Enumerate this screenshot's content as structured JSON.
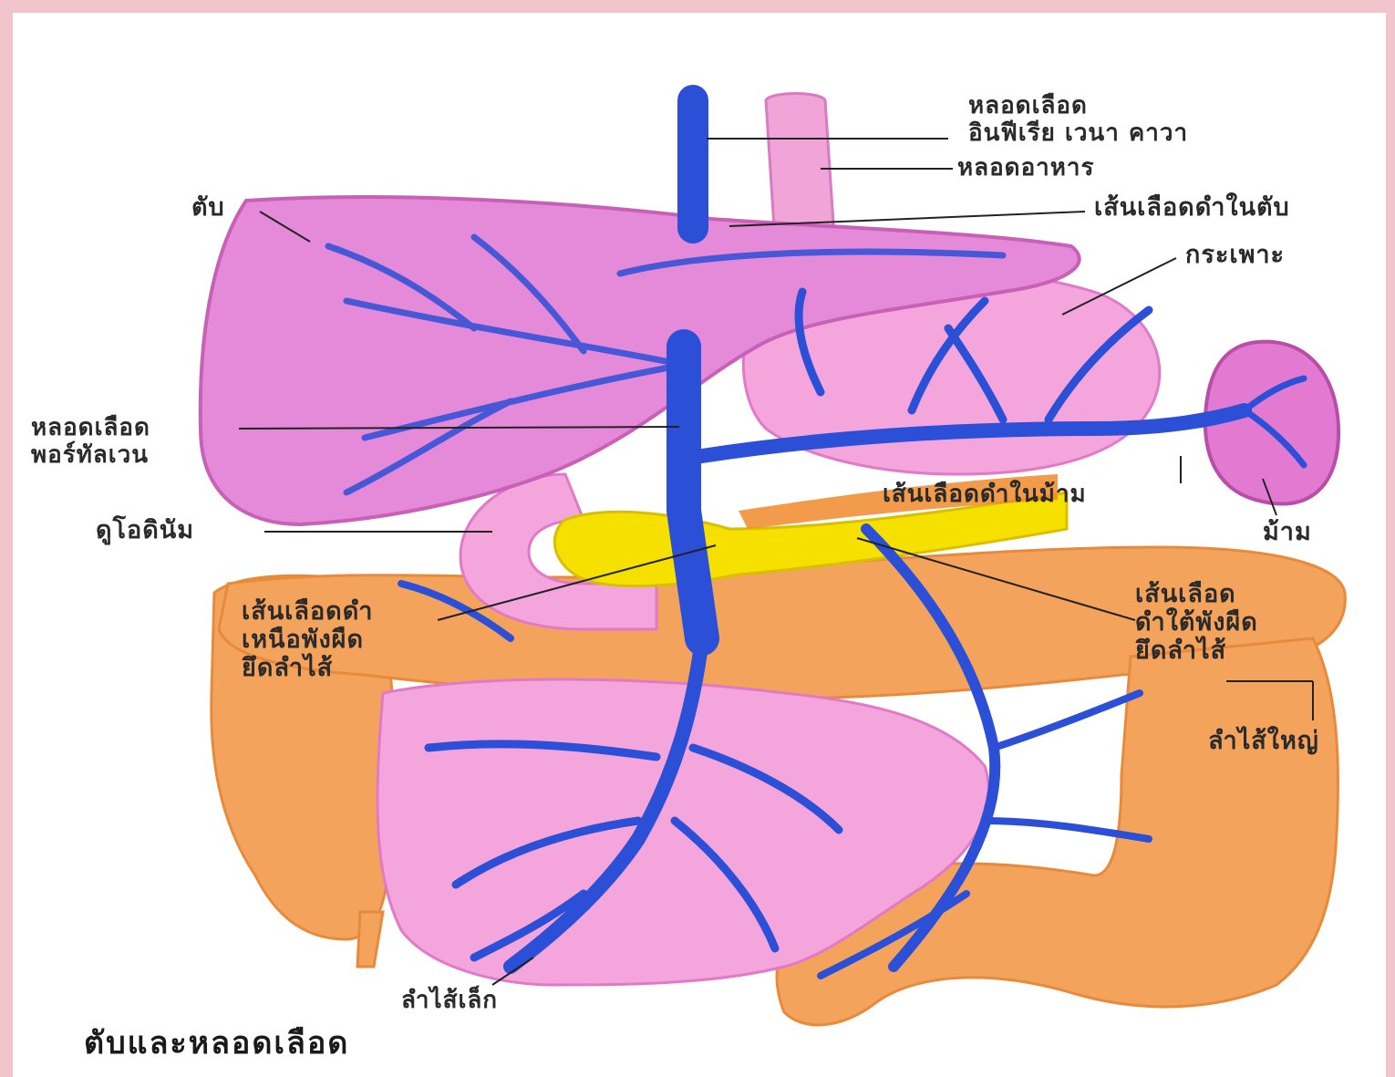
{
  "caption": "ตับและหลอดเลือด",
  "labels": {
    "inferior_vena_cava": [
      "หลอดเลือด",
      "อินฟีเรีย เวนา คาวา"
    ],
    "esophagus": "หลอดอาหาร",
    "liver": "ตับ",
    "hepatic_vein": "เส้นเลือดดำในตับ",
    "stomach": "กระเพาะ",
    "portal_vein": [
      "หลอดเลือด",
      "พอร์ทัลเวน"
    ],
    "splenic_vein": "เส้นเลือดดำในม้าม",
    "spleen": "ม้าม",
    "duodenum": "ดูโอดินัม",
    "superior_mesenteric_vein": [
      "เส้นเลือดดำ",
      "เหนือพังผืด",
      "ยึดลำไส้"
    ],
    "inferior_mesenteric_vein": [
      "เส้นเลือด",
      "ดำใต้พังผืด",
      "ยึดลำไส้"
    ],
    "large_intestine": "ลำไส้ใหญ่",
    "small_intestine": "ลำไส้เล็ก"
  },
  "colors": {
    "frame": "#f2c4cc",
    "liver": "#e58ad8",
    "organ_pink": "#f4a6dc",
    "intestine": "#f4a35c",
    "vein": "#2b4fd6",
    "pancreas": "#f5e000",
    "leader_line": "#222222"
  }
}
